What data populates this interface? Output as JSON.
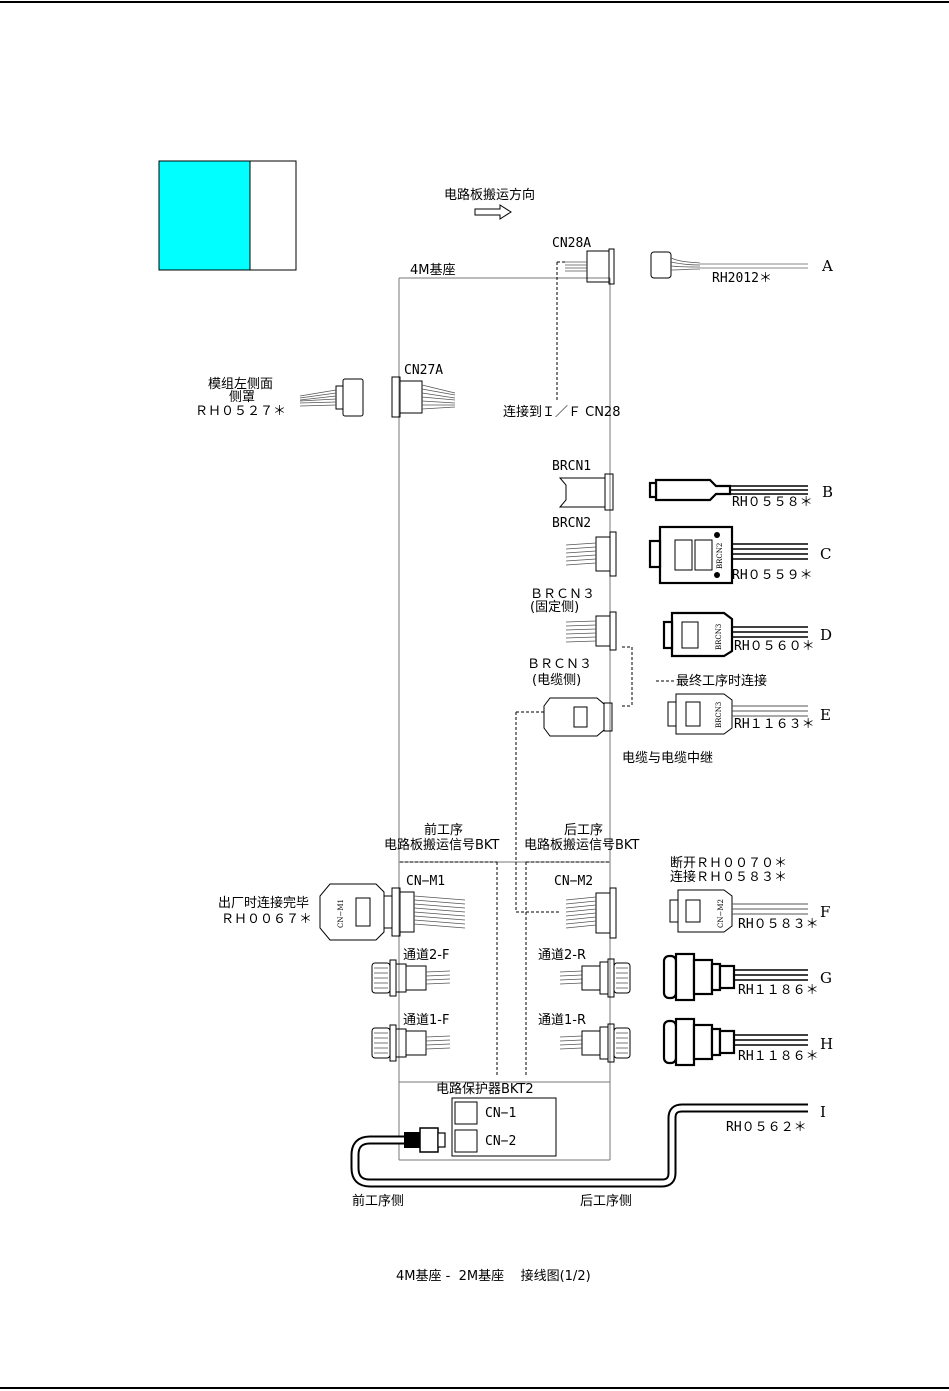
{
  "colors": {
    "accent_block": "#00ffff"
  },
  "direction_label": "电路板搬运方向",
  "base_label": "4M基座",
  "cn28a": "CN28A",
  "connect_if": "连接到Ｉ／Ｆ CN28",
  "cn27a": "CN27A",
  "left_cover": {
    "line1": "模组左侧面",
    "line2": "侧罩",
    "code": "ＲＨ０５２７＊"
  },
  "brcn1": "BRCN1",
  "brcn2": "BRCN2",
  "brcn3_fixed": {
    "line1": "ＢＲＣＮ３",
    "line2": "(固定侧)"
  },
  "brcn3_cable": {
    "line1": "ＢＲＣＮ３",
    "line2": "(电缆侧)"
  },
  "final_connect": "最终工序时连接",
  "cable_relay": "电缆与电缆中继",
  "front_bkt": {
    "line1": "前工序",
    "line2": "电路板搬运信号BKT"
  },
  "rear_bkt": {
    "line1": "后工序",
    "line2": "电路板搬运信号BKT"
  },
  "cn_m1": "CN−M1",
  "cn_m2": "CN−M2",
  "factory_connected": {
    "line1": "出厂时连接完毕",
    "code": "ＲＨ００６７＊"
  },
  "disconnect": {
    "line1": "断开ＲＨ００７０＊",
    "line2": "连接ＲＨ０５８３＊"
  },
  "ch2f": "通道2-F",
  "ch1f": "通道1-F",
  "ch2r": "通道2-R",
  "ch1r": "通道1-R",
  "protector": "电路保护器BKT2",
  "cn1": "CN−1",
  "cn2": "CN−2",
  "front_side": "前工序侧",
  "rear_side": "后工序侧",
  "caption": "4M基座 -  2M基座    接线图(1/2)",
  "rotated": {
    "brcn2": "BRCN2",
    "brcn3a": "BRCN3",
    "brcn3b": "BRCN3",
    "cnm1": "CN−M1",
    "cnm2": "CN−M2"
  },
  "cables": [
    {
      "letter": "A",
      "code": "RH2012＊"
    },
    {
      "letter": "B",
      "code": "RH０５５８＊"
    },
    {
      "letter": "C",
      "code": "RH０５５９＊"
    },
    {
      "letter": "D",
      "code": "RH０５６０＊"
    },
    {
      "letter": "E",
      "code": "RH１１６３＊"
    },
    {
      "letter": "F",
      "code": "RH０５８３＊"
    },
    {
      "letter": "G",
      "code": "RH１１８６＊"
    },
    {
      "letter": "H",
      "code": "RH１１８６＊"
    },
    {
      "letter": "I",
      "code": "RH０５６２＊"
    }
  ]
}
